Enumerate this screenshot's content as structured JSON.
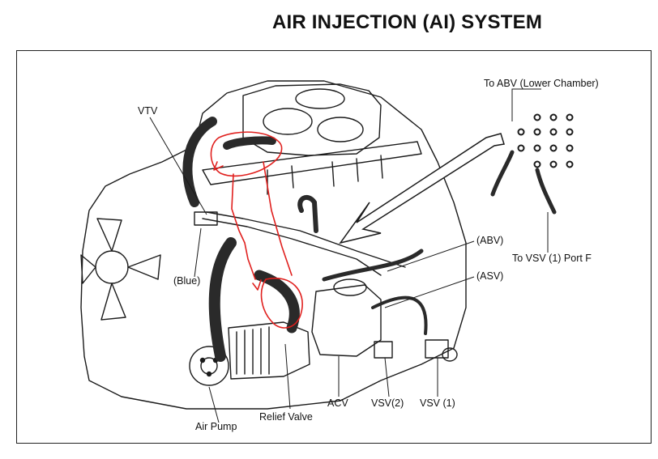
{
  "title": "AIR INJECTION (AI) SYSTEM",
  "labels": {
    "to_abv": "To ABV (Lower Chamber)",
    "vtv": "VTV",
    "blue": "(Blue)",
    "abv": "(ABV)",
    "asv": "(ASV)",
    "to_vsv1": "To VSV (1) Port F",
    "air_pump": "Air Pump",
    "relief_valve": "Relief Valve",
    "acv": "ACV",
    "vsv2": "VSV(2)",
    "vsv1": "VSV (1)"
  },
  "colors": {
    "line": "#1a1a1a",
    "annotation": "#e0201e",
    "hose": "#2a2a2a"
  }
}
